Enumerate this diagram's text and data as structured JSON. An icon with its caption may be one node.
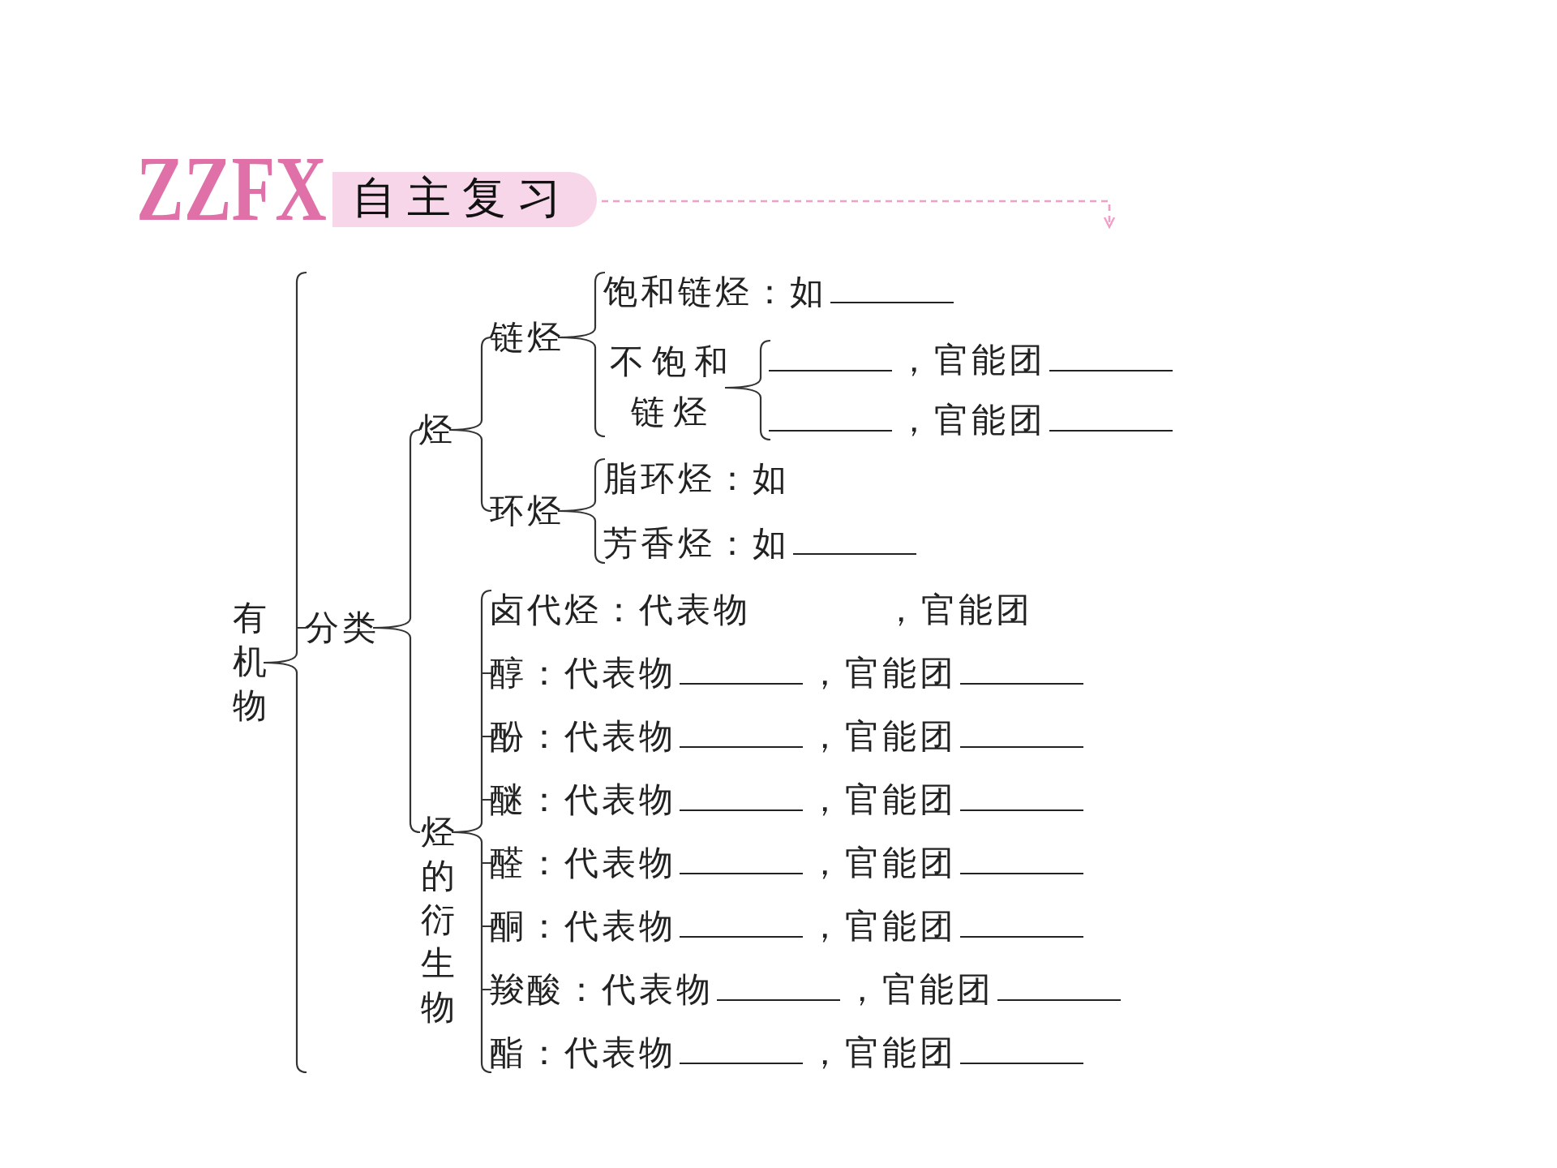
{
  "diagram": {
    "title": "自主复习",
    "nodes": [
      {
        "text": [
          "有机物"
        ]
      },
      {
        "text": [
          "分类"
        ]
      },
      {
        "text": [
          "烃"
        ]
      },
      {
        "text": [
          "链烃"
        ]
      },
      {
        "text": [
          "饱和链烃：如"
        ]
      },
      {
        "text": [
          "不饱和链烃"
        ]
      },
      {
        "text": [
          "，官能团"
        ]
      },
      {
        "text": [
          "，官能团"
        ]
      },
      {
        "text": [
          "环烃"
        ]
      },
      {
        "text": [
          "脂环烃：如"
        ]
      },
      {
        "text": [
          "芳香烃：如"
        ]
      },
      {
        "text": [
          "烃的衍生物"
        ]
      },
      {
        "text": [
          "卤代烃：代表物",
          "，官能团"
        ]
      },
      {
        "text": [
          "醇：代表物",
          "，官能团"
        ]
      },
      {
        "text": [
          "酚：代表物",
          "，官能团"
        ]
      },
      {
        "text": [
          "醚：代表物",
          "，官能团"
        ]
      },
      {
        "text": [
          "醛：代表物",
          "，官能团"
        ]
      },
      {
        "text": [
          "酮：代表物",
          "，官能团"
        ]
      },
      {
        "text": [
          "羧酸：代表物",
          "，官能团"
        ]
      },
      {
        "text": [
          "酯：代表物",
          "，官能团"
        ]
      }
    ],
    "edges": [
      {
        "from": 0,
        "to": 1,
        "arrow": "none"
      },
      {
        "from": 1,
        "to": 2,
        "arrow": "none"
      },
      {
        "from": 1,
        "to": 11,
        "arrow": "none"
      },
      {
        "from": 2,
        "to": 3,
        "arrow": "none"
      },
      {
        "from": 2,
        "to": 8,
        "arrow": "none"
      },
      {
        "from": 3,
        "to": 4,
        "arrow": "none"
      },
      {
        "from": 3,
        "to": 5,
        "arrow": "none"
      },
      {
        "from": 5,
        "to": 6,
        "arrow": "none"
      },
      {
        "from": 5,
        "to": 7,
        "arrow": "none"
      },
      {
        "from": 8,
        "to": 9,
        "arrow": "none"
      },
      {
        "from": 8,
        "to": 10,
        "arrow": "none"
      },
      {
        "from": 11,
        "to": 12,
        "arrow": "none"
      },
      {
        "from": 11,
        "to": 13,
        "arrow": "none"
      },
      {
        "from": 11,
        "to": 14,
        "arrow": "none"
      },
      {
        "from": 11,
        "to": 15,
        "arrow": "none"
      },
      {
        "from": 11,
        "to": 16,
        "arrow": "none"
      },
      {
        "from": 11,
        "to": 17,
        "arrow": "none"
      },
      {
        "from": 11,
        "to": 18,
        "arrow": "none"
      },
      {
        "from": 11,
        "to": 19,
        "arrow": "none"
      }
    ],
    "labels": [
      "ZZFX"
    ]
  }
}
